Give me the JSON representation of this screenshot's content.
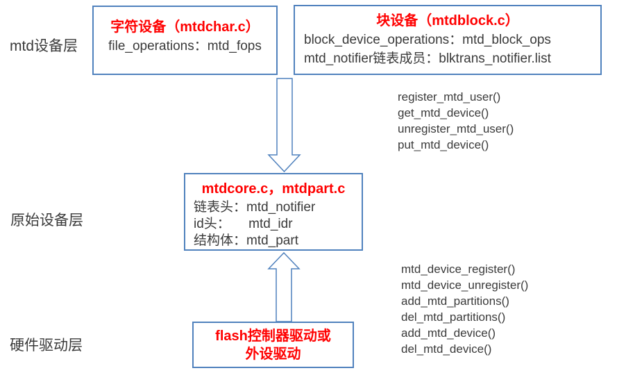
{
  "colors": {
    "border_blue": "#4f81bd",
    "title_red": "#ff0000",
    "text_dark": "#3a3a3a"
  },
  "layer_labels": {
    "mtd_device": "mtd设备层",
    "raw_device": "原始设备层",
    "hardware_driver": "硬件驱动层"
  },
  "boxes": {
    "char_device": {
      "title": "字符设备（mtdchar.c）",
      "lines": [
        "file_operations：mtd_fops"
      ]
    },
    "block_device": {
      "title": "块设备（mtdblock.c）",
      "lines": [
        "block_device_operations：mtd_block_ops",
        "mtd_notifier链表成员：blktrans_notifier.list"
      ]
    },
    "mtd_core": {
      "title": "mtdcore.c，mtdpart.c",
      "lines": [
        "链表头：mtd_notifier",
        "id头：     mtd_idr",
        "结构体：mtd_part"
      ]
    },
    "flash_driver": {
      "title_lines": [
        "flash控制器驱动或",
        "外设驱动"
      ]
    }
  },
  "function_lists": {
    "upper": [
      "register_mtd_user()",
      "get_mtd_device()",
      "unregister_mtd_user()",
      "put_mtd_device()"
    ],
    "lower": [
      "mtd_device_register()",
      "mtd_device_unregister()",
      "add_mtd_partitions()",
      "del_mtd_partitions()",
      "add_mtd_device()",
      "del_mtd_device()"
    ]
  }
}
